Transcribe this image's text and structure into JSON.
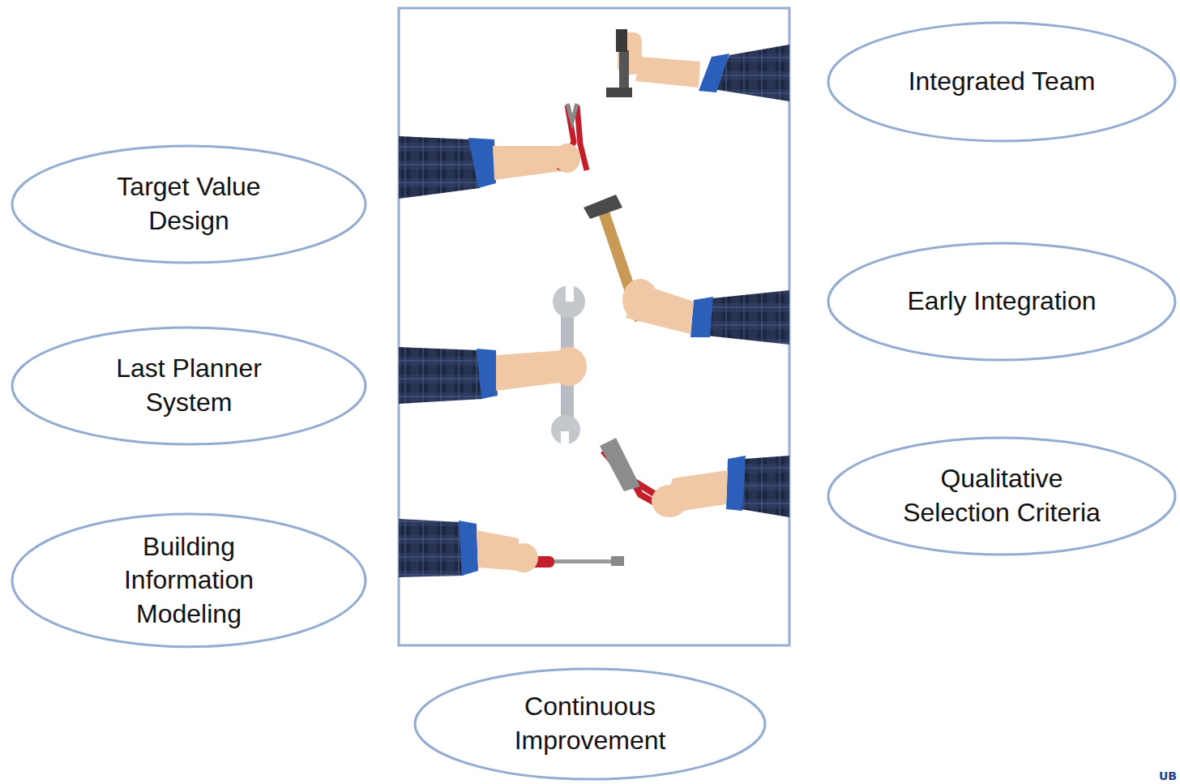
{
  "diagram": {
    "nodes": [
      {
        "text": [
          "Integrated Team"
        ]
      },
      {
        "text": [
          "Target Value Design"
        ]
      },
      {
        "text": [
          "Early Integration"
        ]
      },
      {
        "text": [
          "Last Planner System"
        ]
      },
      {
        "text": [
          "Qualitative Selection Criteria"
        ]
      },
      {
        "text": [
          "Building Information Modeling"
        ]
      },
      {
        "text": [
          "Continuous Improvement"
        ]
      }
    ],
    "labels": [
      "UB"
    ]
  }
}
